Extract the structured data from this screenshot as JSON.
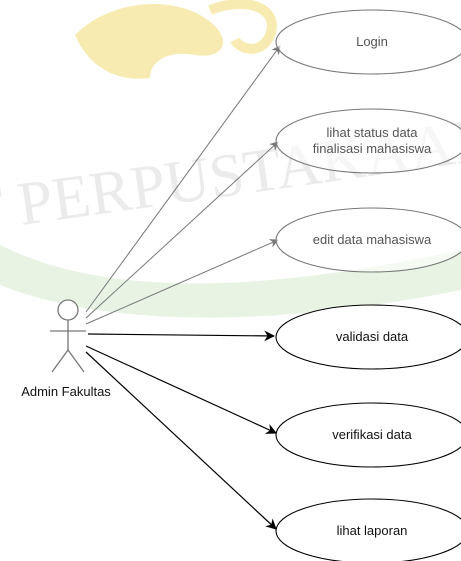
{
  "actor": {
    "label": "Admin Fakultas"
  },
  "use_cases": [
    {
      "id": "login",
      "label_lines": [
        "Login"
      ],
      "faded": true
    },
    {
      "id": "lihat-status",
      "label_lines": [
        "lihat status data",
        "finalisasi mahasiswa"
      ],
      "faded": true
    },
    {
      "id": "edit-data",
      "label_lines": [
        "edit data mahasiswa"
      ],
      "faded": true
    },
    {
      "id": "validasi",
      "label_lines": [
        "validasi data"
      ],
      "faded": false
    },
    {
      "id": "verifikasi",
      "label_lines": [
        "verifikasi data"
      ],
      "faded": false
    },
    {
      "id": "lihat-laporan",
      "label_lines": [
        "lihat laporan"
      ],
      "faded": false
    }
  ],
  "watermark": {
    "text": "T PERPUSTAKAAN",
    "band_color": "#e8f3e4",
    "gold_color": "#f6e7a5"
  },
  "colors": {
    "faded_stroke": "#777777",
    "faded_text": "#555555",
    "solid_stroke": "#000000",
    "solid_text": "#111111",
    "actor_stroke": "#777777"
  }
}
